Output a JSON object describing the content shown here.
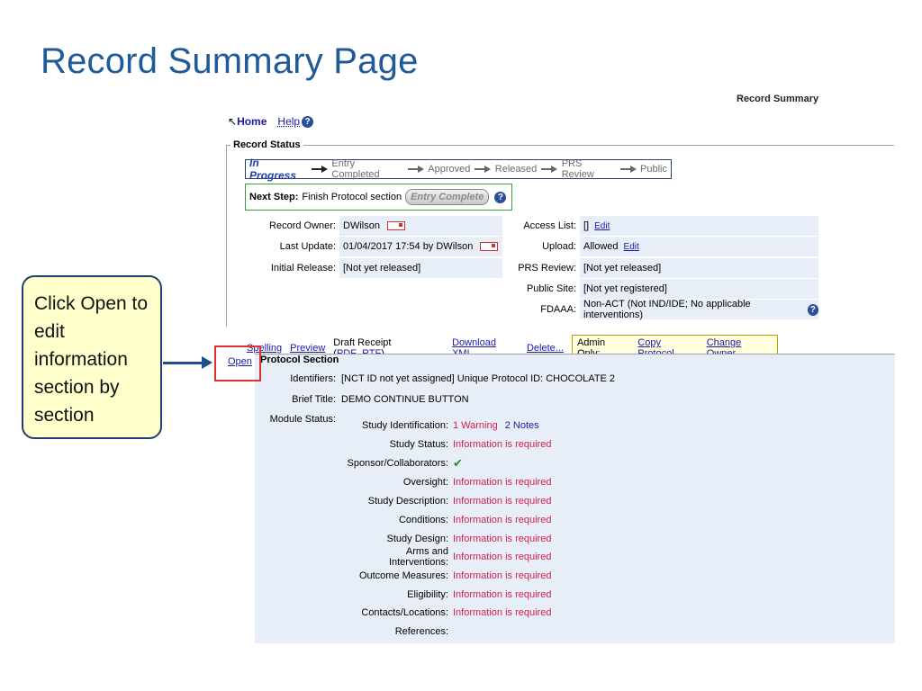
{
  "slide": {
    "title": "Record Summary Page",
    "callout": "Click Open to edit information section by section"
  },
  "screen": {
    "header_label": "Record Summary",
    "nav": {
      "home": "Home",
      "help": "Help"
    },
    "record_status": {
      "legend": "Record Status",
      "chain": [
        "In Progress",
        "Entry Completed",
        "Approved",
        "Released",
        "PRS Review",
        "Public"
      ],
      "next_step_label": "Next Step:",
      "next_step_text": "Finish Protocol section",
      "entry_complete_btn": "Entry Complete"
    },
    "left_info": [
      {
        "key": "Record Owner:",
        "value": "DWilson"
      },
      {
        "key": "Last Update:",
        "value": "01/04/2017 17:54   by DWilson"
      },
      {
        "key": "Initial Release:",
        "value": "[Not yet released]"
      }
    ],
    "right_info": [
      {
        "key": "Access List:",
        "value": "[]",
        "edit": "Edit"
      },
      {
        "key": "Upload:",
        "value": "Allowed",
        "edit": "Edit"
      },
      {
        "key": "PRS Review:",
        "value": "[Not yet released]"
      },
      {
        "key": "Public Site:",
        "value": "[Not yet registered]"
      },
      {
        "key": "FDAAA:",
        "value": "Non-ACT (Not IND/IDE; No applicable interventions)"
      }
    ],
    "actions": {
      "spelling": "Spelling",
      "preview": "Preview",
      "draft_receipt": "Draft Receipt (",
      "pdf": "PDF",
      "rtf": "RTF",
      "close_paren": ")",
      "download_xml": "Download XML",
      "delete": "Delete...",
      "admin_only": "Admin Only:",
      "copy_protocol": "Copy Protocol",
      "change_owner": "Change Owner"
    },
    "open_link": "Open",
    "protocol": {
      "title": "Protocol Section",
      "identifiers_key": "Identifiers:",
      "identifiers_value": "[NCT ID not yet assigned]   Unique Protocol ID: CHOCOLATE 2",
      "brief_title_key": "Brief Title:",
      "brief_title_value": "DEMO CONTINUE BUTTON",
      "module_status_key": "Module Status:",
      "modules": [
        {
          "key": "Study Identification:",
          "warning": "1 Warning",
          "notes": "2 Notes"
        },
        {
          "key": "Study Status:",
          "status": "Information is required"
        },
        {
          "key": "Sponsor/Collaborators:",
          "check": "✔"
        },
        {
          "key": "Oversight:",
          "status": "Information is required"
        },
        {
          "key": "Study Description:",
          "status": "Information is required"
        },
        {
          "key": "Conditions:",
          "status": "Information is required"
        },
        {
          "key": "Study Design:",
          "status": "Information is required"
        },
        {
          "key": "Arms and Interventions:",
          "status": "Information is required"
        },
        {
          "key": "Outcome Measures:",
          "status": "Information is required"
        },
        {
          "key": "Eligibility:",
          "status": "Information is required"
        },
        {
          "key": "Contacts/Locations:",
          "status": "Information is required"
        },
        {
          "key": "References:",
          "status": ""
        }
      ]
    }
  },
  "colors": {
    "title": "#1f5a99",
    "required": "#d0204d",
    "link": "#1a1aa6",
    "callout_bg": "#ffffcc",
    "highlight_box": "#e03030"
  }
}
